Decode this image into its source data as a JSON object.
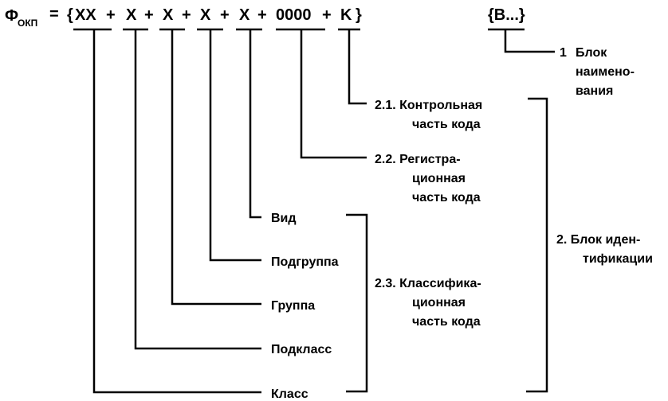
{
  "formula": {
    "symbol": "Ф",
    "subscript": "ОКП",
    "equals": "=",
    "open_brace": "{",
    "parts": [
      "XX",
      "X",
      "X",
      "X",
      "X",
      "0000",
      "K"
    ],
    "plus": "+",
    "close_brace": "}",
    "name_block": "{В...}"
  },
  "name_block_label": [
    "1",
    "Блок",
    "наимено-",
    "вания"
  ],
  "control_part": [
    "2.1. Контрольная",
    "часть кода"
  ],
  "registration_part": [
    "2.2. Регистра-",
    "ционная",
    "часть кода"
  ],
  "levels": [
    "Вид",
    "Подгруппа",
    "Группа",
    "Подкласс",
    "Класс"
  ],
  "classification_part": [
    "2.3. Классифика-",
    "ционная",
    "часть кода"
  ],
  "identification_block": [
    "2. Блок иден-",
    "тификации"
  ],
  "colors": {
    "ink": "#000000",
    "background": "#ffffff"
  }
}
